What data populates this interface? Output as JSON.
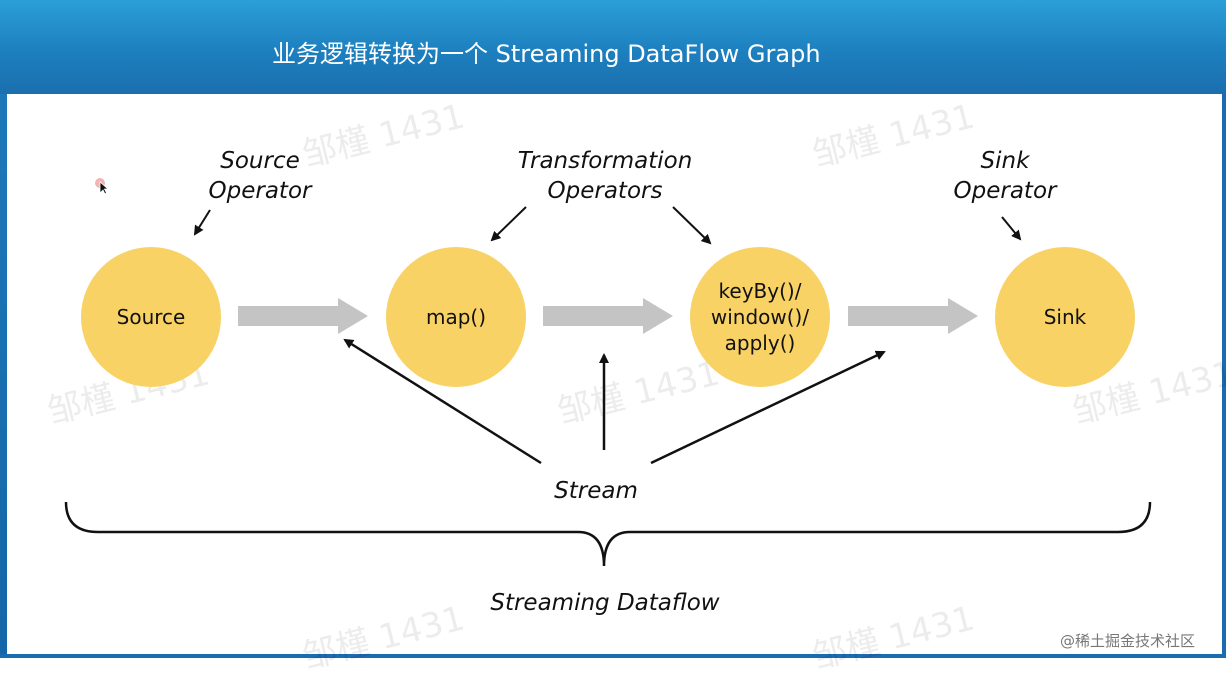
{
  "header": {
    "title": "业务逻辑转换为一个 Streaming DataFlow Graph"
  },
  "labels": {
    "source_operator": [
      "Source",
      "Operator"
    ],
    "transformation_operators": [
      "Transformation",
      "Operators"
    ],
    "sink_operator": [
      "Sink",
      "Operator"
    ],
    "stream": "Stream",
    "streaming_dataflow": "Streaming Dataflow"
  },
  "nodes": {
    "source": [
      "Source"
    ],
    "map": [
      "map()"
    ],
    "keyby": [
      "keyBy()/",
      "window()/",
      "apply()"
    ],
    "sink": [
      "Sink"
    ]
  },
  "watermark": "邹槿 1431",
  "credit": "@稀土掘金技术社区",
  "colors": {
    "header": "#1d7fbf",
    "node_fill": "#f9d266",
    "flow_arrow": "#c4c4c4"
  },
  "icons": [
    "mouse-cursor-icon"
  ]
}
